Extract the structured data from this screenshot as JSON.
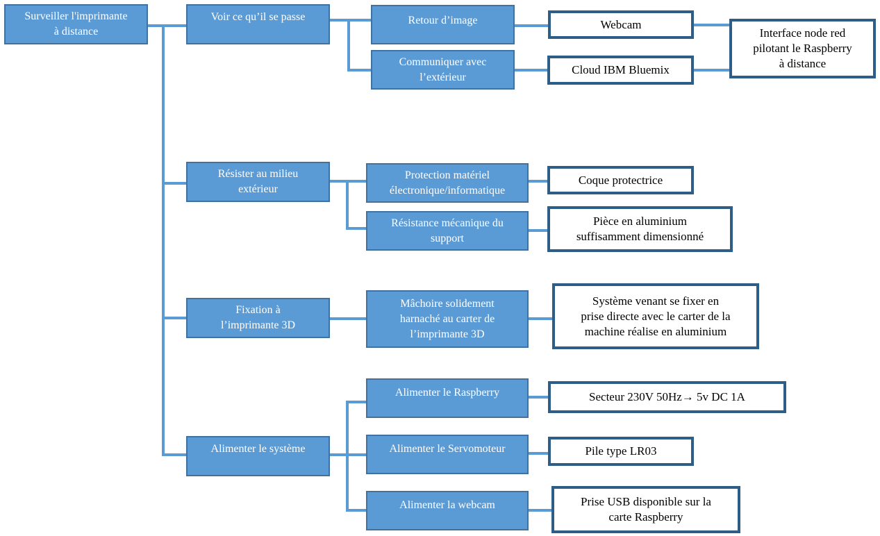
{
  "diagram": {
    "colors": {
      "function_fill": "#5b9bd5",
      "function_border": "#41719c",
      "solution_border": "#2e5d88",
      "connector": "#5b9bd5"
    },
    "root": {
      "label": "Surveiller l'imprimante\nà distance"
    },
    "functions": [
      {
        "id": "f1",
        "label": "Voir ce qu’il se passe"
      },
      {
        "id": "f2",
        "label": "Résister au milieu\nextérieur"
      },
      {
        "id": "f3",
        "label": "Fixation à\nl’imprimante 3D"
      },
      {
        "id": "f4",
        "label": "Alimenter le système"
      }
    ],
    "sub_functions": [
      {
        "id": "sf1",
        "label": "Retour d’image"
      },
      {
        "id": "sf2",
        "label": "Communiquer avec\nl’extérieur"
      },
      {
        "id": "sf3",
        "label": "Protection matériel\nélectronique/informatique"
      },
      {
        "id": "sf4",
        "label": "Résistance mécanique du\nsupport"
      },
      {
        "id": "sf5",
        "label": "Mâchoire solidement\nharnaché au carter de\nl’imprimante 3D"
      },
      {
        "id": "sf6",
        "label": "Alimenter le Raspberry"
      },
      {
        "id": "sf7",
        "label": "Alimenter le Servomoteur"
      },
      {
        "id": "sf8",
        "label": "Alimenter la webcam"
      }
    ],
    "solutions": [
      {
        "id": "s1",
        "label": "Webcam"
      },
      {
        "id": "s2",
        "label": "Cloud IBM Bluemix"
      },
      {
        "id": "s3",
        "label": "Coque protectrice"
      },
      {
        "id": "s4",
        "label": "Pièce en aluminium\nsuffisamment dimensionné"
      },
      {
        "id": "s5",
        "label": "Système venant se fixer en\nprise directe avec le carter de la\nmachine réalise en aluminium"
      },
      {
        "id": "s6",
        "label": "Secteur 230V 50Hz→ 5v DC 1A"
      },
      {
        "id": "s7",
        "label": "Pile type LR03"
      },
      {
        "id": "s8",
        "label": "Prise USB disponible sur la\ncarte Raspberry"
      }
    ],
    "interface": {
      "label": "Interface node red\npilotant le Raspberry\nà distance"
    }
  }
}
